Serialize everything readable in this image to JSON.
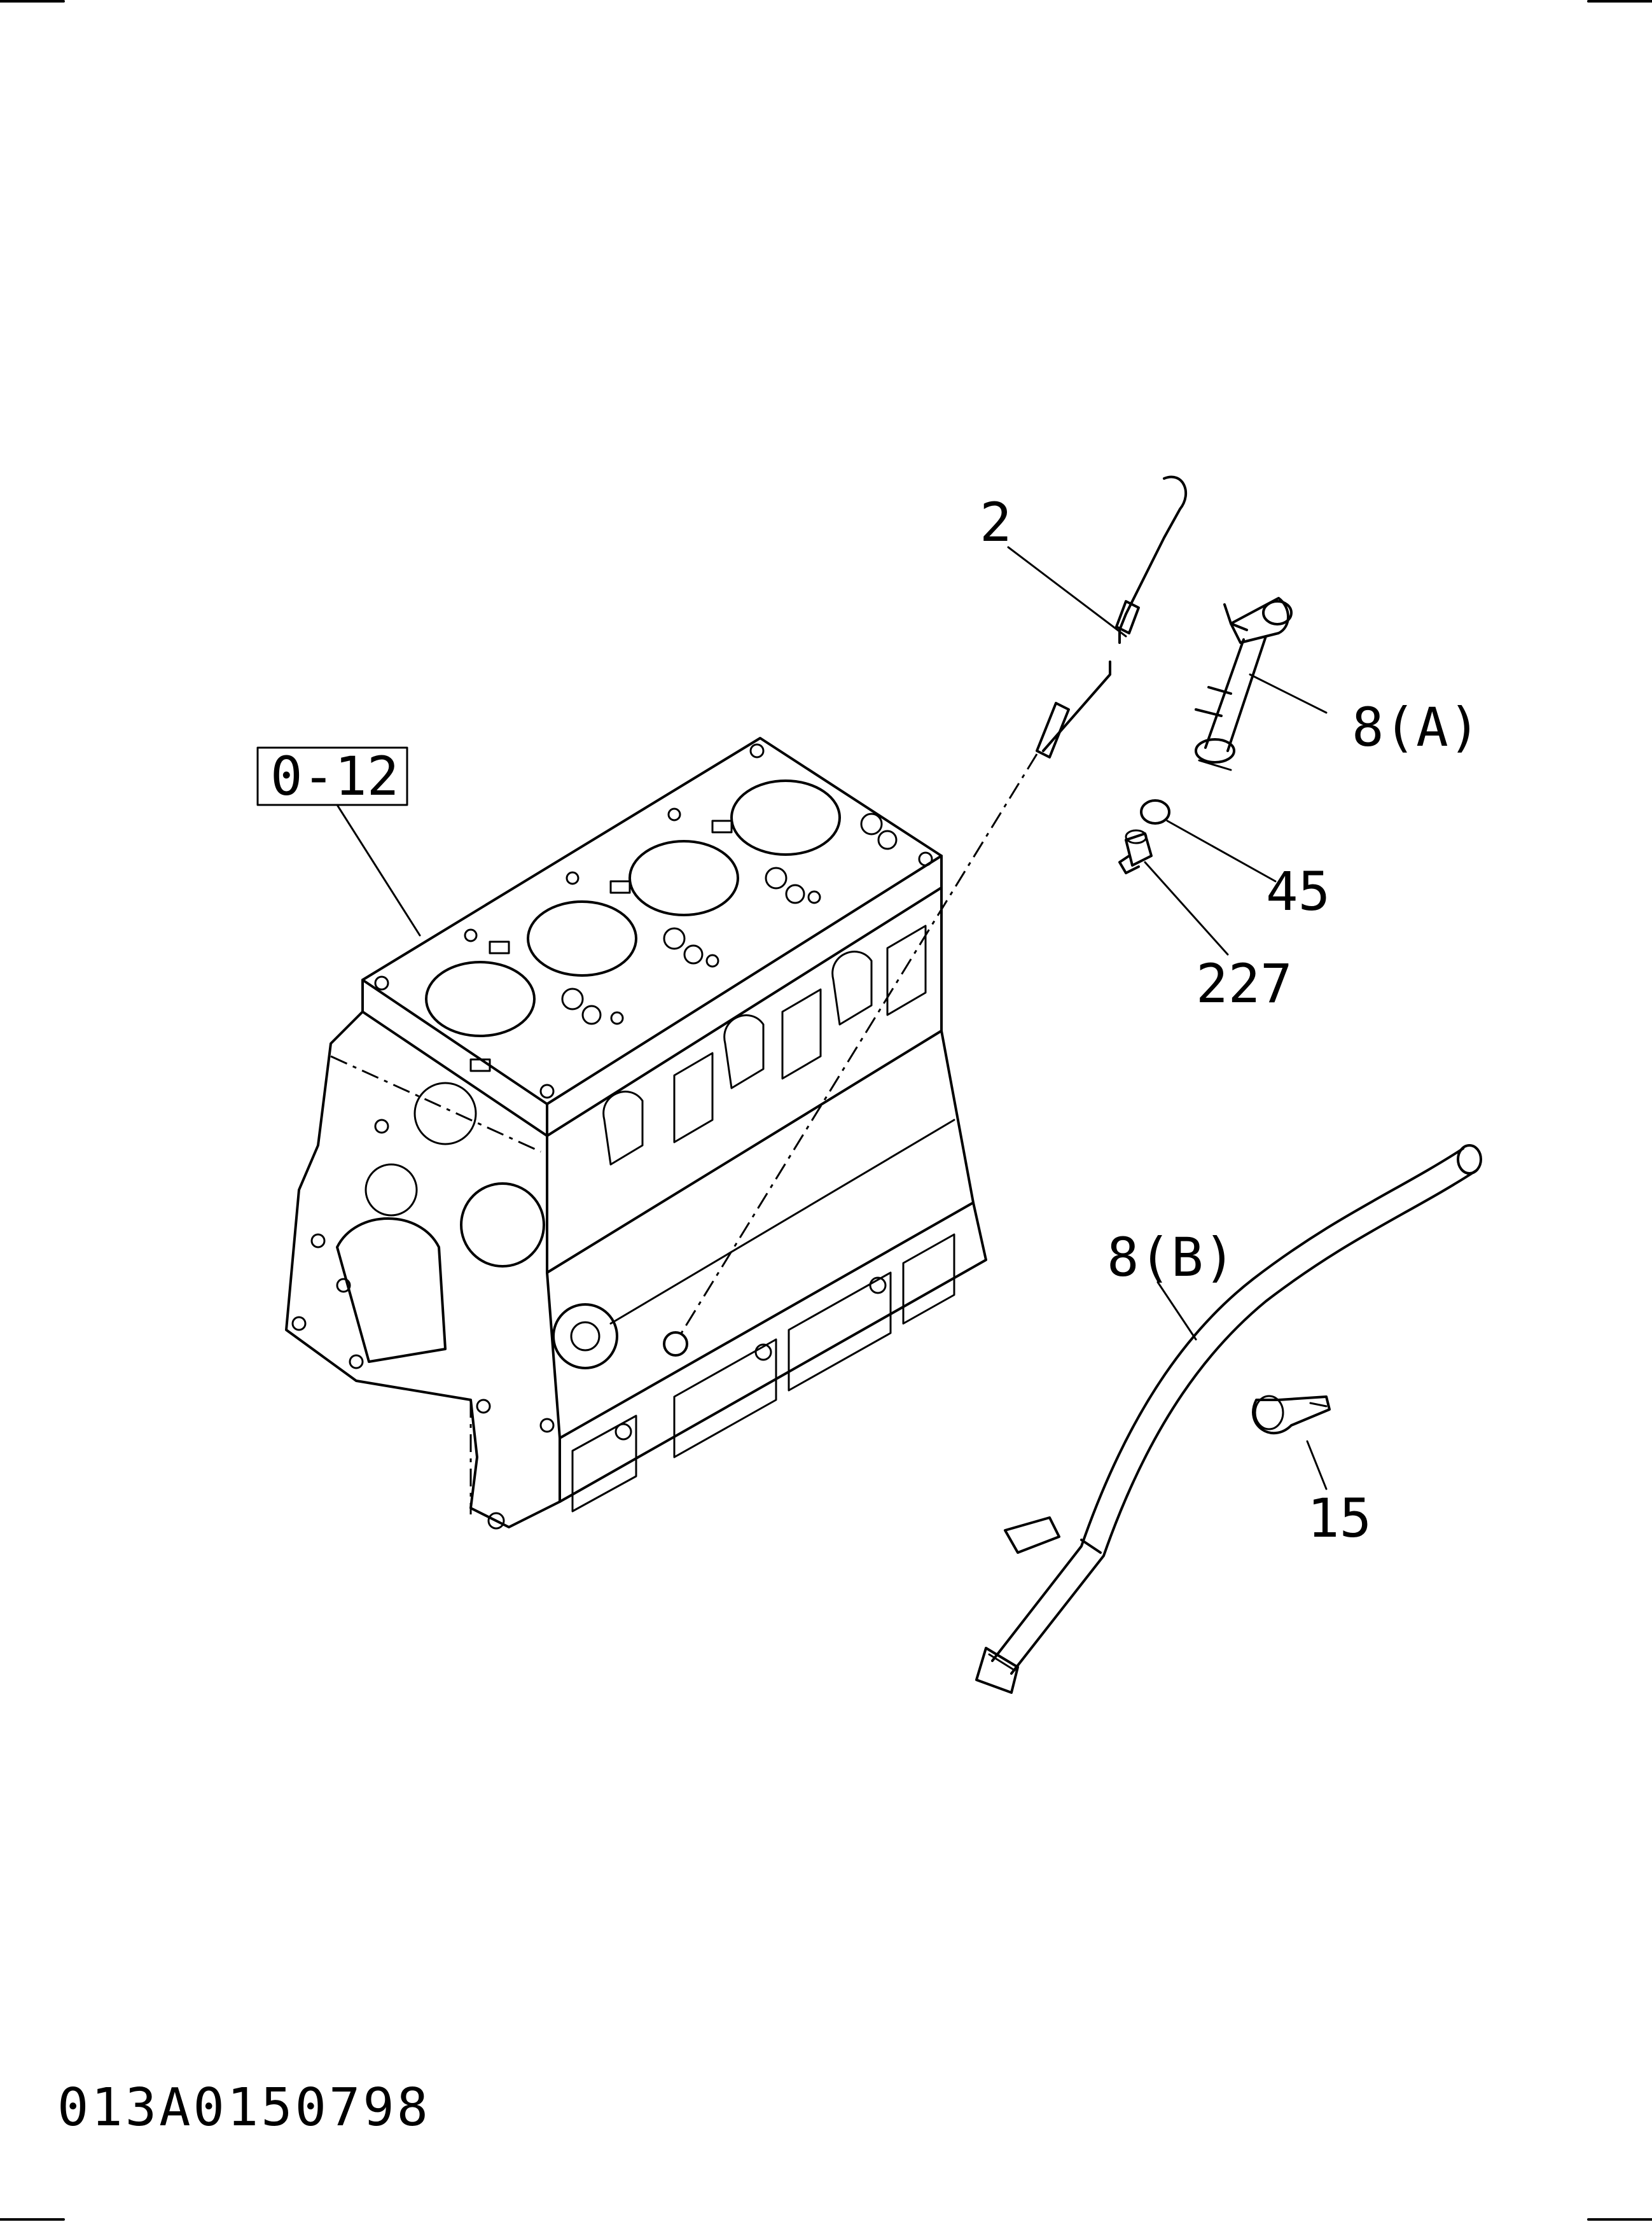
{
  "callouts": {
    "ref_box": "0-12",
    "dipstick": "2",
    "guide_tube_a": "8(A)",
    "o_ring": "45",
    "plug": "227",
    "guide_tube_b": "8(B)",
    "clip": "15"
  },
  "drawing_code": "013A0150798",
  "colors": {
    "ink": "#000000",
    "paper": "#ffffff"
  }
}
